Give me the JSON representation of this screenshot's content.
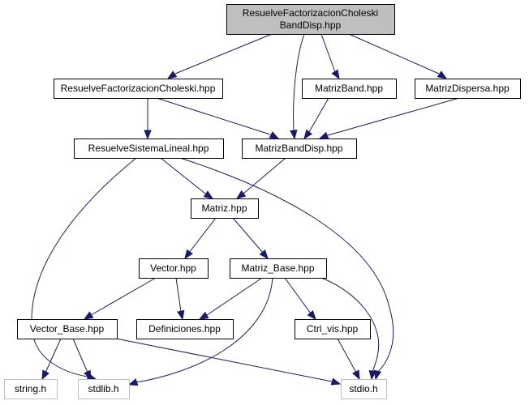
{
  "diagram": {
    "type": "include-dependency-graph",
    "colors": {
      "edge": "#191970",
      "root_fill": "#bfbfbf",
      "node_fill": "#ffffff",
      "node_border": "#000000",
      "external_border": "#bfbfbf"
    },
    "nodes": [
      {
        "id": "root",
        "lines": [
          "ResuelveFactorizacionCholeski",
          "BandDisp.hpp"
        ],
        "kind": "root"
      },
      {
        "id": "rfc",
        "lines": [
          "ResuelveFactorizacionCholeski.hpp"
        ],
        "kind": "header"
      },
      {
        "id": "mband",
        "lines": [
          "MatrizBand.hpp"
        ],
        "kind": "header"
      },
      {
        "id": "mdisp",
        "lines": [
          "MatrizDispersa.hpp"
        ],
        "kind": "header"
      },
      {
        "id": "rsl",
        "lines": [
          "ResuelveSistemaLineal.hpp"
        ],
        "kind": "header"
      },
      {
        "id": "mbd",
        "lines": [
          "MatrizBandDisp.hpp"
        ],
        "kind": "header"
      },
      {
        "id": "matriz",
        "lines": [
          "Matriz.hpp"
        ],
        "kind": "header"
      },
      {
        "id": "vector",
        "lines": [
          "Vector.hpp"
        ],
        "kind": "header"
      },
      {
        "id": "mbase",
        "lines": [
          "Matriz_Base.hpp"
        ],
        "kind": "header"
      },
      {
        "id": "vbase",
        "lines": [
          "Vector_Base.hpp"
        ],
        "kind": "header"
      },
      {
        "id": "defs",
        "lines": [
          "Definiciones.hpp"
        ],
        "kind": "header"
      },
      {
        "id": "ctrl",
        "lines": [
          "Ctrl_vis.hpp"
        ],
        "kind": "header"
      },
      {
        "id": "string",
        "lines": [
          "string.h"
        ],
        "kind": "external"
      },
      {
        "id": "stdlib",
        "lines": [
          "stdlib.h"
        ],
        "kind": "external"
      },
      {
        "id": "stdio",
        "lines": [
          "stdio.h"
        ],
        "kind": "external"
      }
    ],
    "edges": [
      {
        "from": "root",
        "to": "rfc"
      },
      {
        "from": "root",
        "to": "mbd"
      },
      {
        "from": "root",
        "to": "mband"
      },
      {
        "from": "root",
        "to": "mdisp"
      },
      {
        "from": "rfc",
        "to": "rsl"
      },
      {
        "from": "rfc",
        "to": "mbd"
      },
      {
        "from": "mband",
        "to": "mbd"
      },
      {
        "from": "mdisp",
        "to": "mbd"
      },
      {
        "from": "rsl",
        "to": "matriz"
      },
      {
        "from": "rsl",
        "to": "stdlib"
      },
      {
        "from": "rsl",
        "to": "stdio"
      },
      {
        "from": "mbd",
        "to": "matriz"
      },
      {
        "from": "matriz",
        "to": "vector"
      },
      {
        "from": "matriz",
        "to": "mbase"
      },
      {
        "from": "vector",
        "to": "vbase"
      },
      {
        "from": "vector",
        "to": "defs"
      },
      {
        "from": "mbase",
        "to": "defs"
      },
      {
        "from": "mbase",
        "to": "stdlib"
      },
      {
        "from": "mbase",
        "to": "ctrl"
      },
      {
        "from": "mbase",
        "to": "stdio"
      },
      {
        "from": "vbase",
        "to": "string"
      },
      {
        "from": "vbase",
        "to": "stdlib"
      },
      {
        "from": "vbase",
        "to": "stdio"
      },
      {
        "from": "ctrl",
        "to": "stdio"
      }
    ]
  }
}
